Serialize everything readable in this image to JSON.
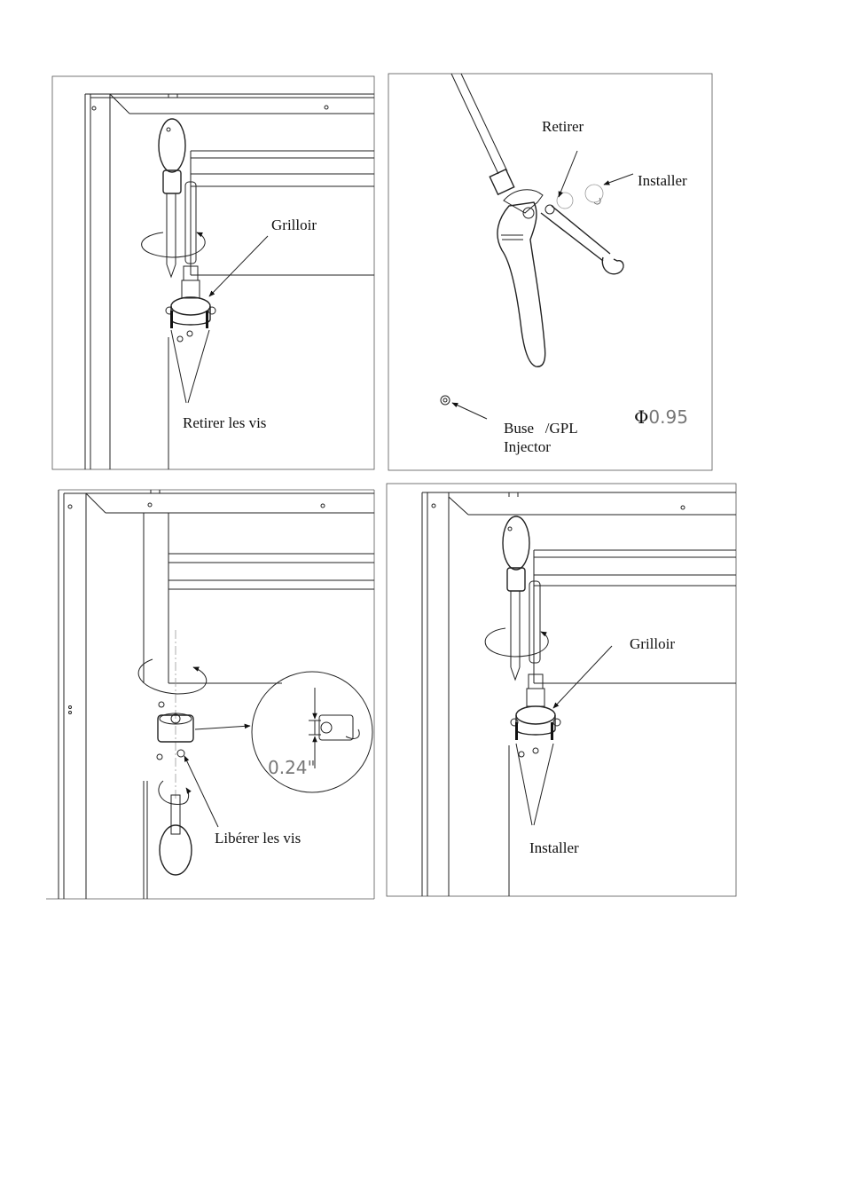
{
  "panel_top_left": {
    "label_grilloir": "Grilloir",
    "label_remove_screws": "Retirer les vis"
  },
  "panel_top_right": {
    "label_remove": "Retirer",
    "label_install": "Installer",
    "label_nozzle_line1": "Buse   /GPL",
    "label_nozzle_line2": "Injector",
    "diameter_symbol": "Φ",
    "diameter_value": "0.95"
  },
  "panel_bottom_left": {
    "label_loosen_screws": "Libérer les vis",
    "dimension_value": "0.24\""
  },
  "panel_bottom_right": {
    "label_grilloir": "Grilloir",
    "label_install": "Installer"
  }
}
